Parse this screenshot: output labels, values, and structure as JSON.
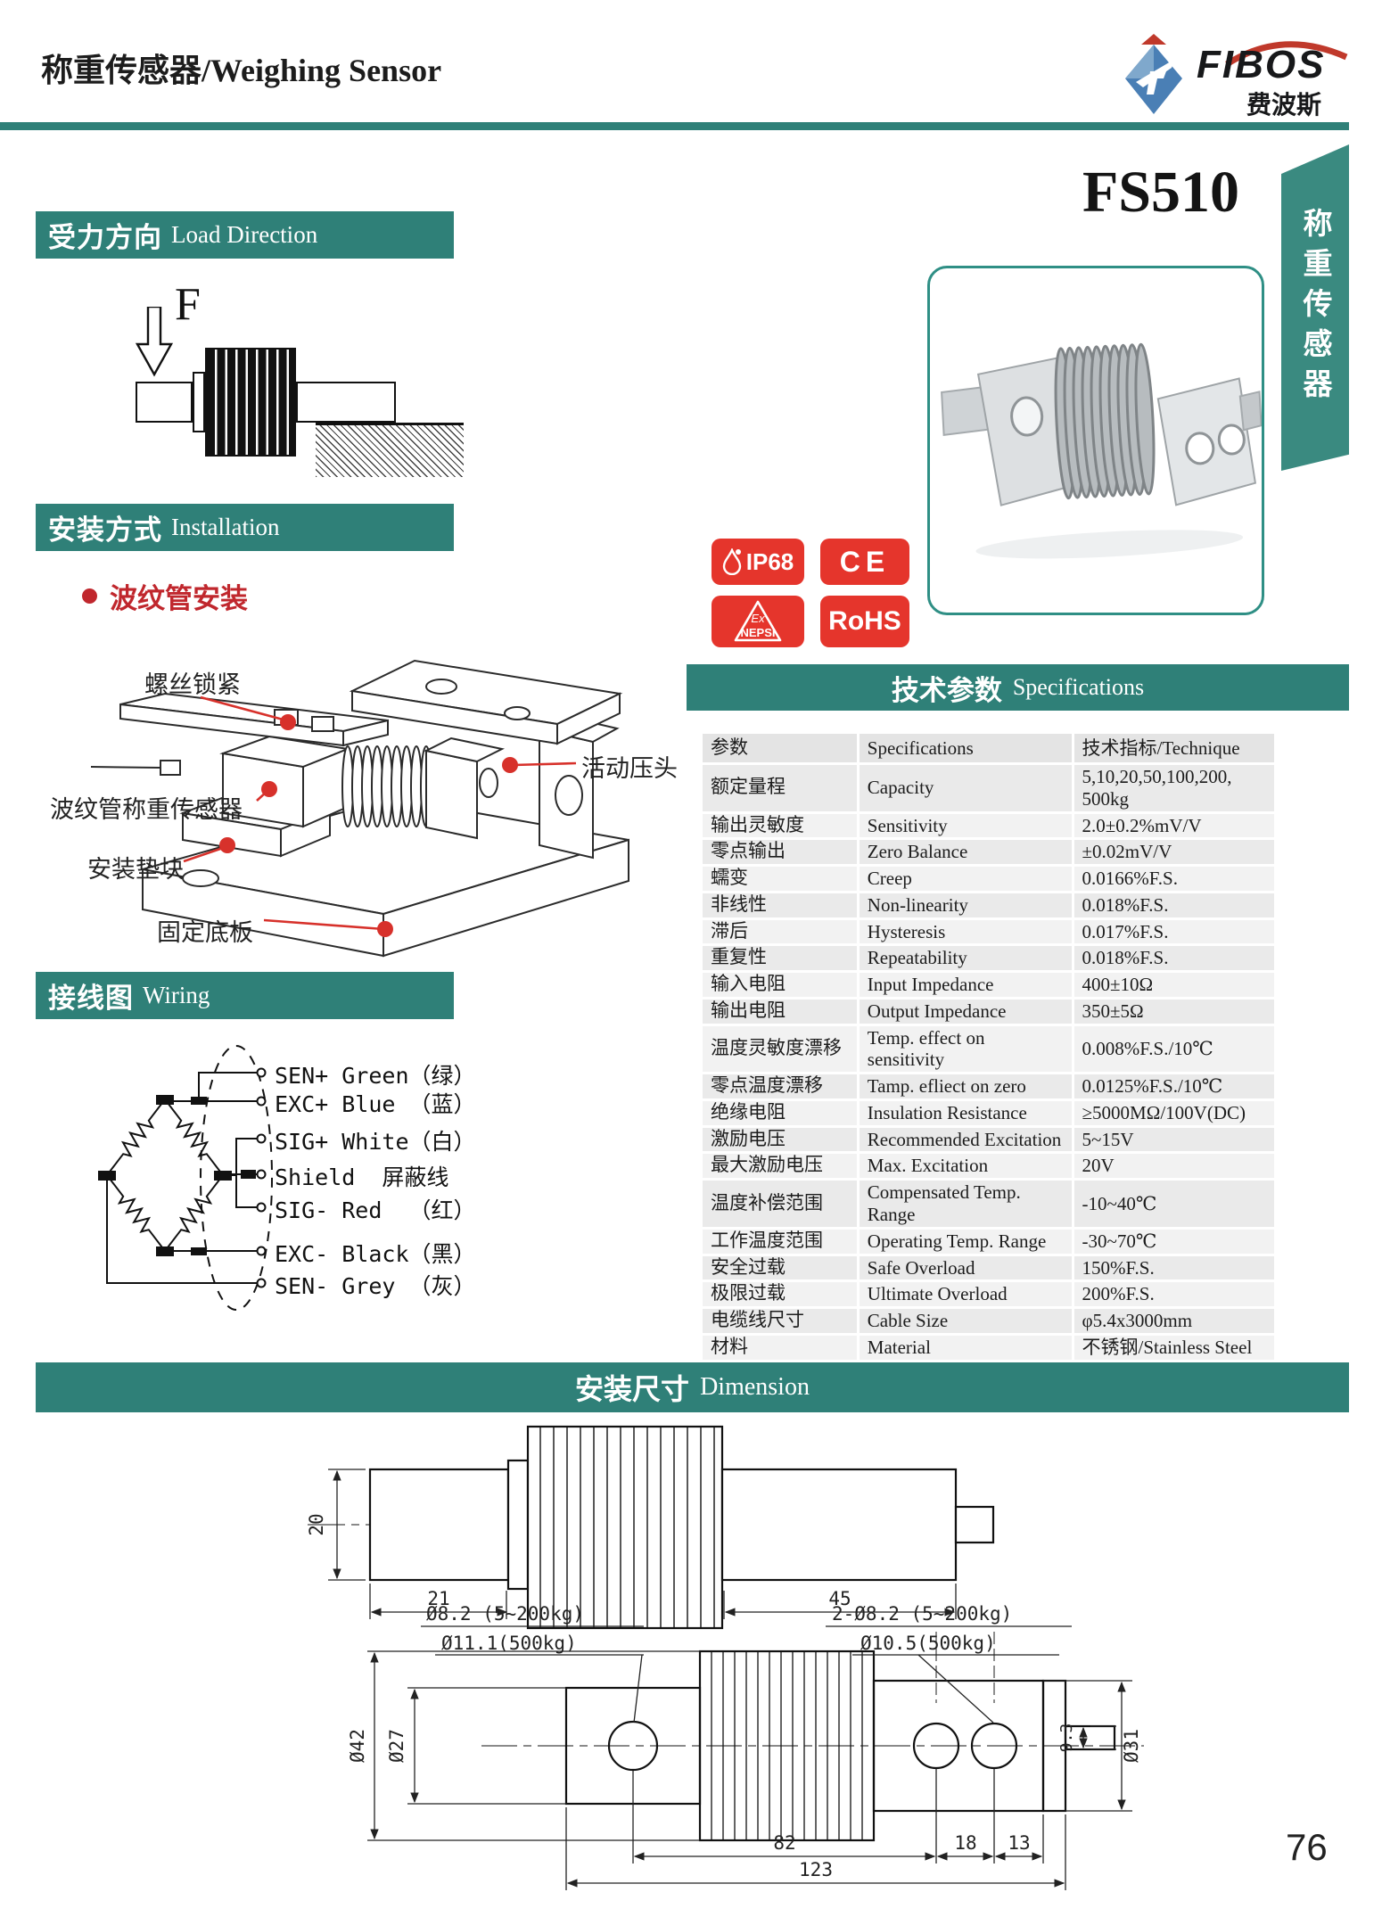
{
  "page": {
    "header_title": "称重传感器/Weighing Sensor",
    "model": "FS510",
    "side_tab": "称重传感器",
    "page_number": "76",
    "accent_teal": "#2F8078",
    "accent_red": "#D7312B"
  },
  "logo": {
    "brand": "FIBOS",
    "brand_zh": "费波斯"
  },
  "badges": {
    "ip68": "IP68",
    "ce": "CE",
    "nepsi_top": "Ex",
    "nepsi_bottom": "NEPSI",
    "rohs": "RoHS"
  },
  "sections": {
    "load_direction": {
      "title_zh": "受力方向",
      "title_en": "Load Direction",
      "force_label": "F"
    },
    "installation": {
      "title_zh": "安装方式",
      "title_en": "Installation",
      "bullet": "波纹管安装",
      "labels": [
        "螺丝锁紧",
        "活动压头",
        "波纹管称重传感器",
        "安装垫块",
        "固定底板"
      ]
    },
    "wiring": {
      "title_zh": "接线图",
      "title_en": "Wiring",
      "wires": [
        "SEN+ Green（绿）",
        "EXC+ Blue （蓝）",
        "SIG+ White（白）",
        "Shield  屏蔽线",
        "SIG- Red  （红）",
        "EXC- Black（黑）",
        "SEN- Grey （灰）"
      ]
    },
    "specifications": {
      "title_zh": "技术参数",
      "title_en": "Specifications"
    },
    "dimension": {
      "title_zh": "安装尺寸",
      "title_en": "Dimension"
    }
  },
  "specs_table": {
    "headers": [
      "参数",
      "Specifications",
      "技术指标/Technique"
    ],
    "rows": [
      [
        "额定量程",
        "Capacity",
        "5,10,20,50,100,200, 500kg"
      ],
      [
        "输出灵敏度",
        "Sensitivity",
        "2.0±0.2%mV/V"
      ],
      [
        "零点输出",
        "Zero Balance",
        "±0.02mV/V"
      ],
      [
        "蠕变",
        "Creep",
        "0.0166%F.S."
      ],
      [
        "非线性",
        "Non-linearity",
        "0.018%F.S."
      ],
      [
        "滞后",
        "Hysteresis",
        "0.017%F.S."
      ],
      [
        "重复性",
        "Repeatability",
        "0.018%F.S."
      ],
      [
        "输入电阻",
        "Input Impedance",
        "400±10Ω"
      ],
      [
        "输出电阻",
        "Output Impedance",
        "350±5Ω"
      ],
      [
        "温度灵敏度漂移",
        "Temp. effect on sensitivity",
        "0.008%F.S./10℃"
      ],
      [
        "零点温度漂移",
        "Tamp. efliect on zero",
        "0.0125%F.S./10℃"
      ],
      [
        "绝缘电阻",
        "Insulation Resistance",
        "≥5000MΩ/100V(DC)"
      ],
      [
        "激励电压",
        "Recommended Excitation",
        "5~15V"
      ],
      [
        "最大激励电压",
        "Max. Excitation",
        "20V"
      ],
      [
        "温度补偿范围",
        "Compensated Temp. Range",
        "-10~40℃"
      ],
      [
        "工作温度范围",
        "Operating Temp. Range",
        "-30~70℃"
      ],
      [
        "安全过载",
        "Safe Overload",
        "150%F.S."
      ],
      [
        "极限过载",
        "Ultimate Overload",
        "200%F.S."
      ],
      [
        "电缆线尺寸",
        "Cable Size",
        "φ5.4x3000mm"
      ],
      [
        "材料",
        "Material",
        "不锈钢/Stainless Steel"
      ]
    ]
  },
  "dimension": {
    "top_view": {
      "d20": "20",
      "d21": "21",
      "d45": "45"
    },
    "front_view": {
      "lbl_left1": "Ø8.2 (5~200kg)",
      "lbl_left2": "Ø11.1(500kg)",
      "lbl_right1": "2-Ø8.2 (5~200kg)",
      "lbl_right2": "Ø10.5(500kg)",
      "d42": "Ø42",
      "d27": "Ø27",
      "d93": "9.3",
      "d31": "Ø31",
      "d82": "82",
      "d18": "18",
      "d13": "13",
      "d123": "123"
    }
  }
}
